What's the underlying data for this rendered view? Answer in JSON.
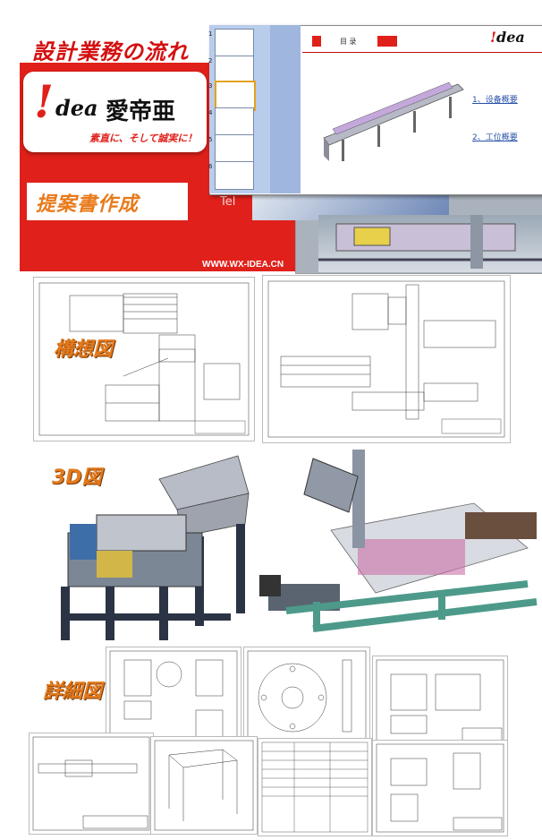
{
  "header": {
    "title": "設計業務の流れ",
    "logo_bang": "!",
    "logo_text": "dea",
    "logo_kanji": "愛帝亜",
    "slogan": "素直に、そして誠実に！",
    "proposal_label": "提案書作成",
    "tel_fragment": "Tel",
    "url": "WWW.WX-IDEA.CN"
  },
  "presentation": {
    "slide_numbers": [
      "1",
      "2",
      "3",
      "4",
      "5",
      "6"
    ],
    "menu_label": "目 录",
    "logo_bang": "!",
    "logo_text": "dea",
    "items": [
      "1、设备概要",
      "2、工位概要"
    ]
  },
  "sections": {
    "concept": "構想図",
    "model3d": "3D図",
    "detail": "詳細図"
  },
  "colors": {
    "brand_red": "#e0201a",
    "label_orange": "#e47a1c"
  }
}
